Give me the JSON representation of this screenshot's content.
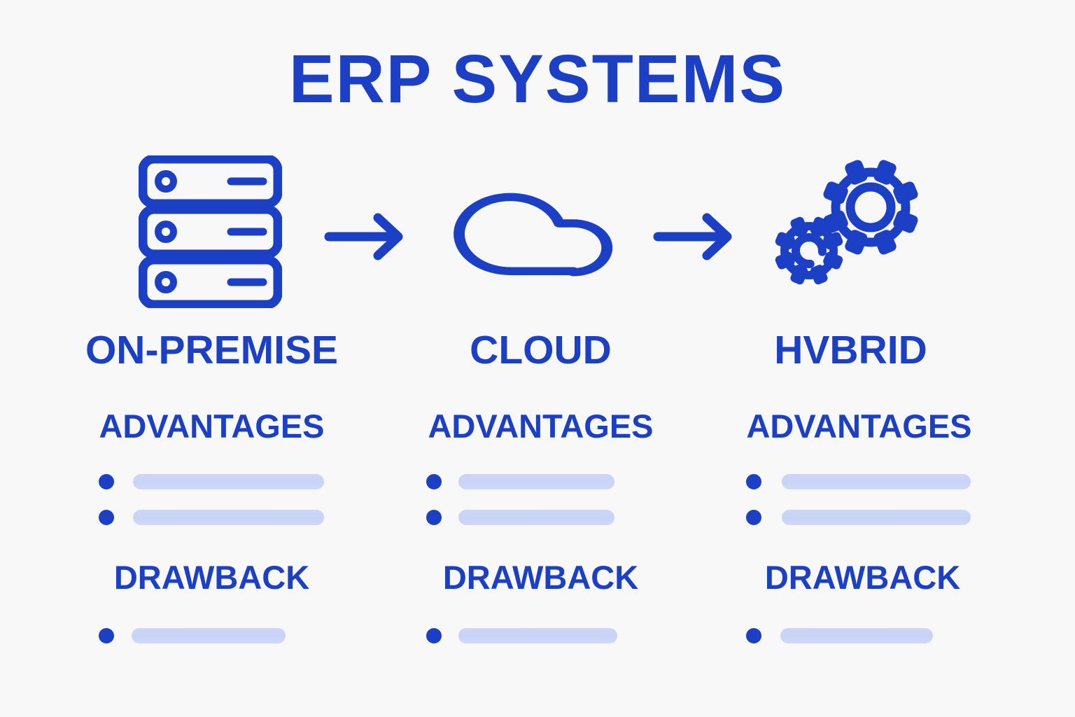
{
  "title": "ERP SYSTEMS",
  "colors": {
    "primary_blue": "#1b3fc5",
    "pill_fill": "#c8d3f6",
    "background": "#f8f8f9"
  },
  "flow": {
    "arrows": [
      "arrow-right-icon",
      "arrow-right-icon"
    ]
  },
  "columns": [
    {
      "label": "ON-PREMISE",
      "icon": "server-stack-icon",
      "sections": [
        {
          "heading": "ADVANTAGES",
          "placeholder_lines": 2
        },
        {
          "heading": "DRAWBACK",
          "placeholder_lines": 1
        }
      ]
    },
    {
      "label": "CLOUD",
      "icon": "cloud-icon",
      "sections": [
        {
          "heading": "ADVANTAGES",
          "placeholder_lines": 2
        },
        {
          "heading": "DRAWBACK",
          "placeholder_lines": 1
        }
      ]
    },
    {
      "label": "HVBRID",
      "icon": "gears-icon",
      "sections": [
        {
          "heading": "ADVANTAGES",
          "placeholder_lines": 2
        },
        {
          "heading": "DRAWBACK",
          "placeholder_lines": 1
        }
      ]
    }
  ]
}
